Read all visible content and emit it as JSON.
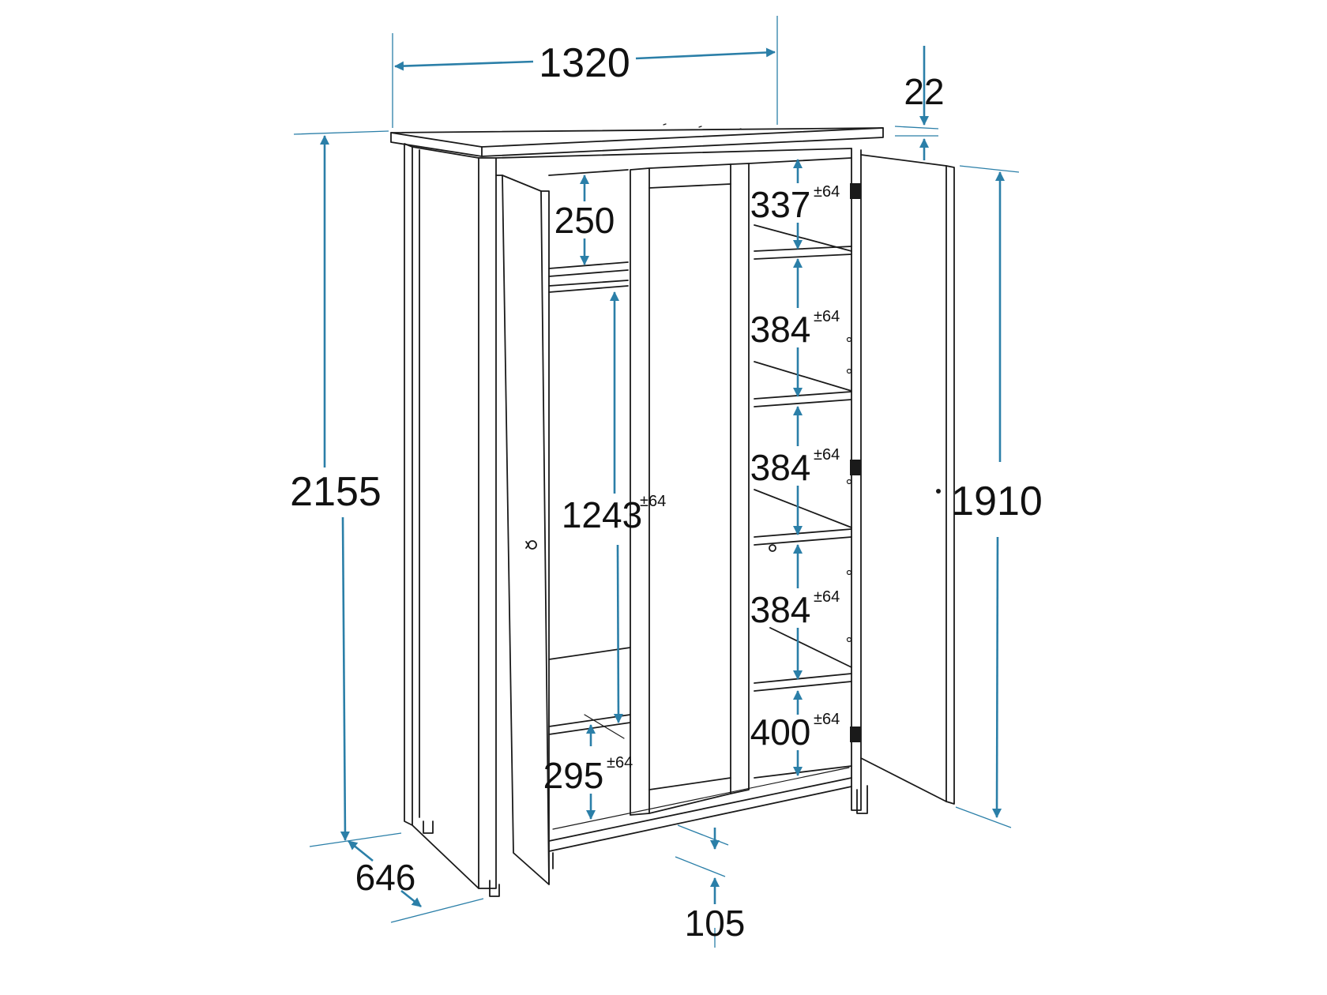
{
  "colors": {
    "dimension_line": "#2b7fa8",
    "outline": "#1a1a1a",
    "background": "#ffffff"
  },
  "overall": {
    "width": "1320",
    "height": "2155",
    "depth": "646",
    "top_thickness": "22",
    "door_height": "1910",
    "plinth": "105"
  },
  "left_section": {
    "top_space": "250",
    "hanging": "1243",
    "hanging_tol": "±64",
    "bottom_space": "295",
    "bottom_tol": "±64"
  },
  "right_section": {
    "shelves": [
      {
        "value": "337",
        "tol": "±64"
      },
      {
        "value": "384",
        "tol": "±64"
      },
      {
        "value": "384",
        "tol": "±64"
      },
      {
        "value": "384",
        "tol": "±64"
      },
      {
        "value": "400",
        "tol": "±64"
      }
    ]
  },
  "icons": [
    "arrow-icon",
    "hinge-icon",
    "door-knob-icon"
  ]
}
